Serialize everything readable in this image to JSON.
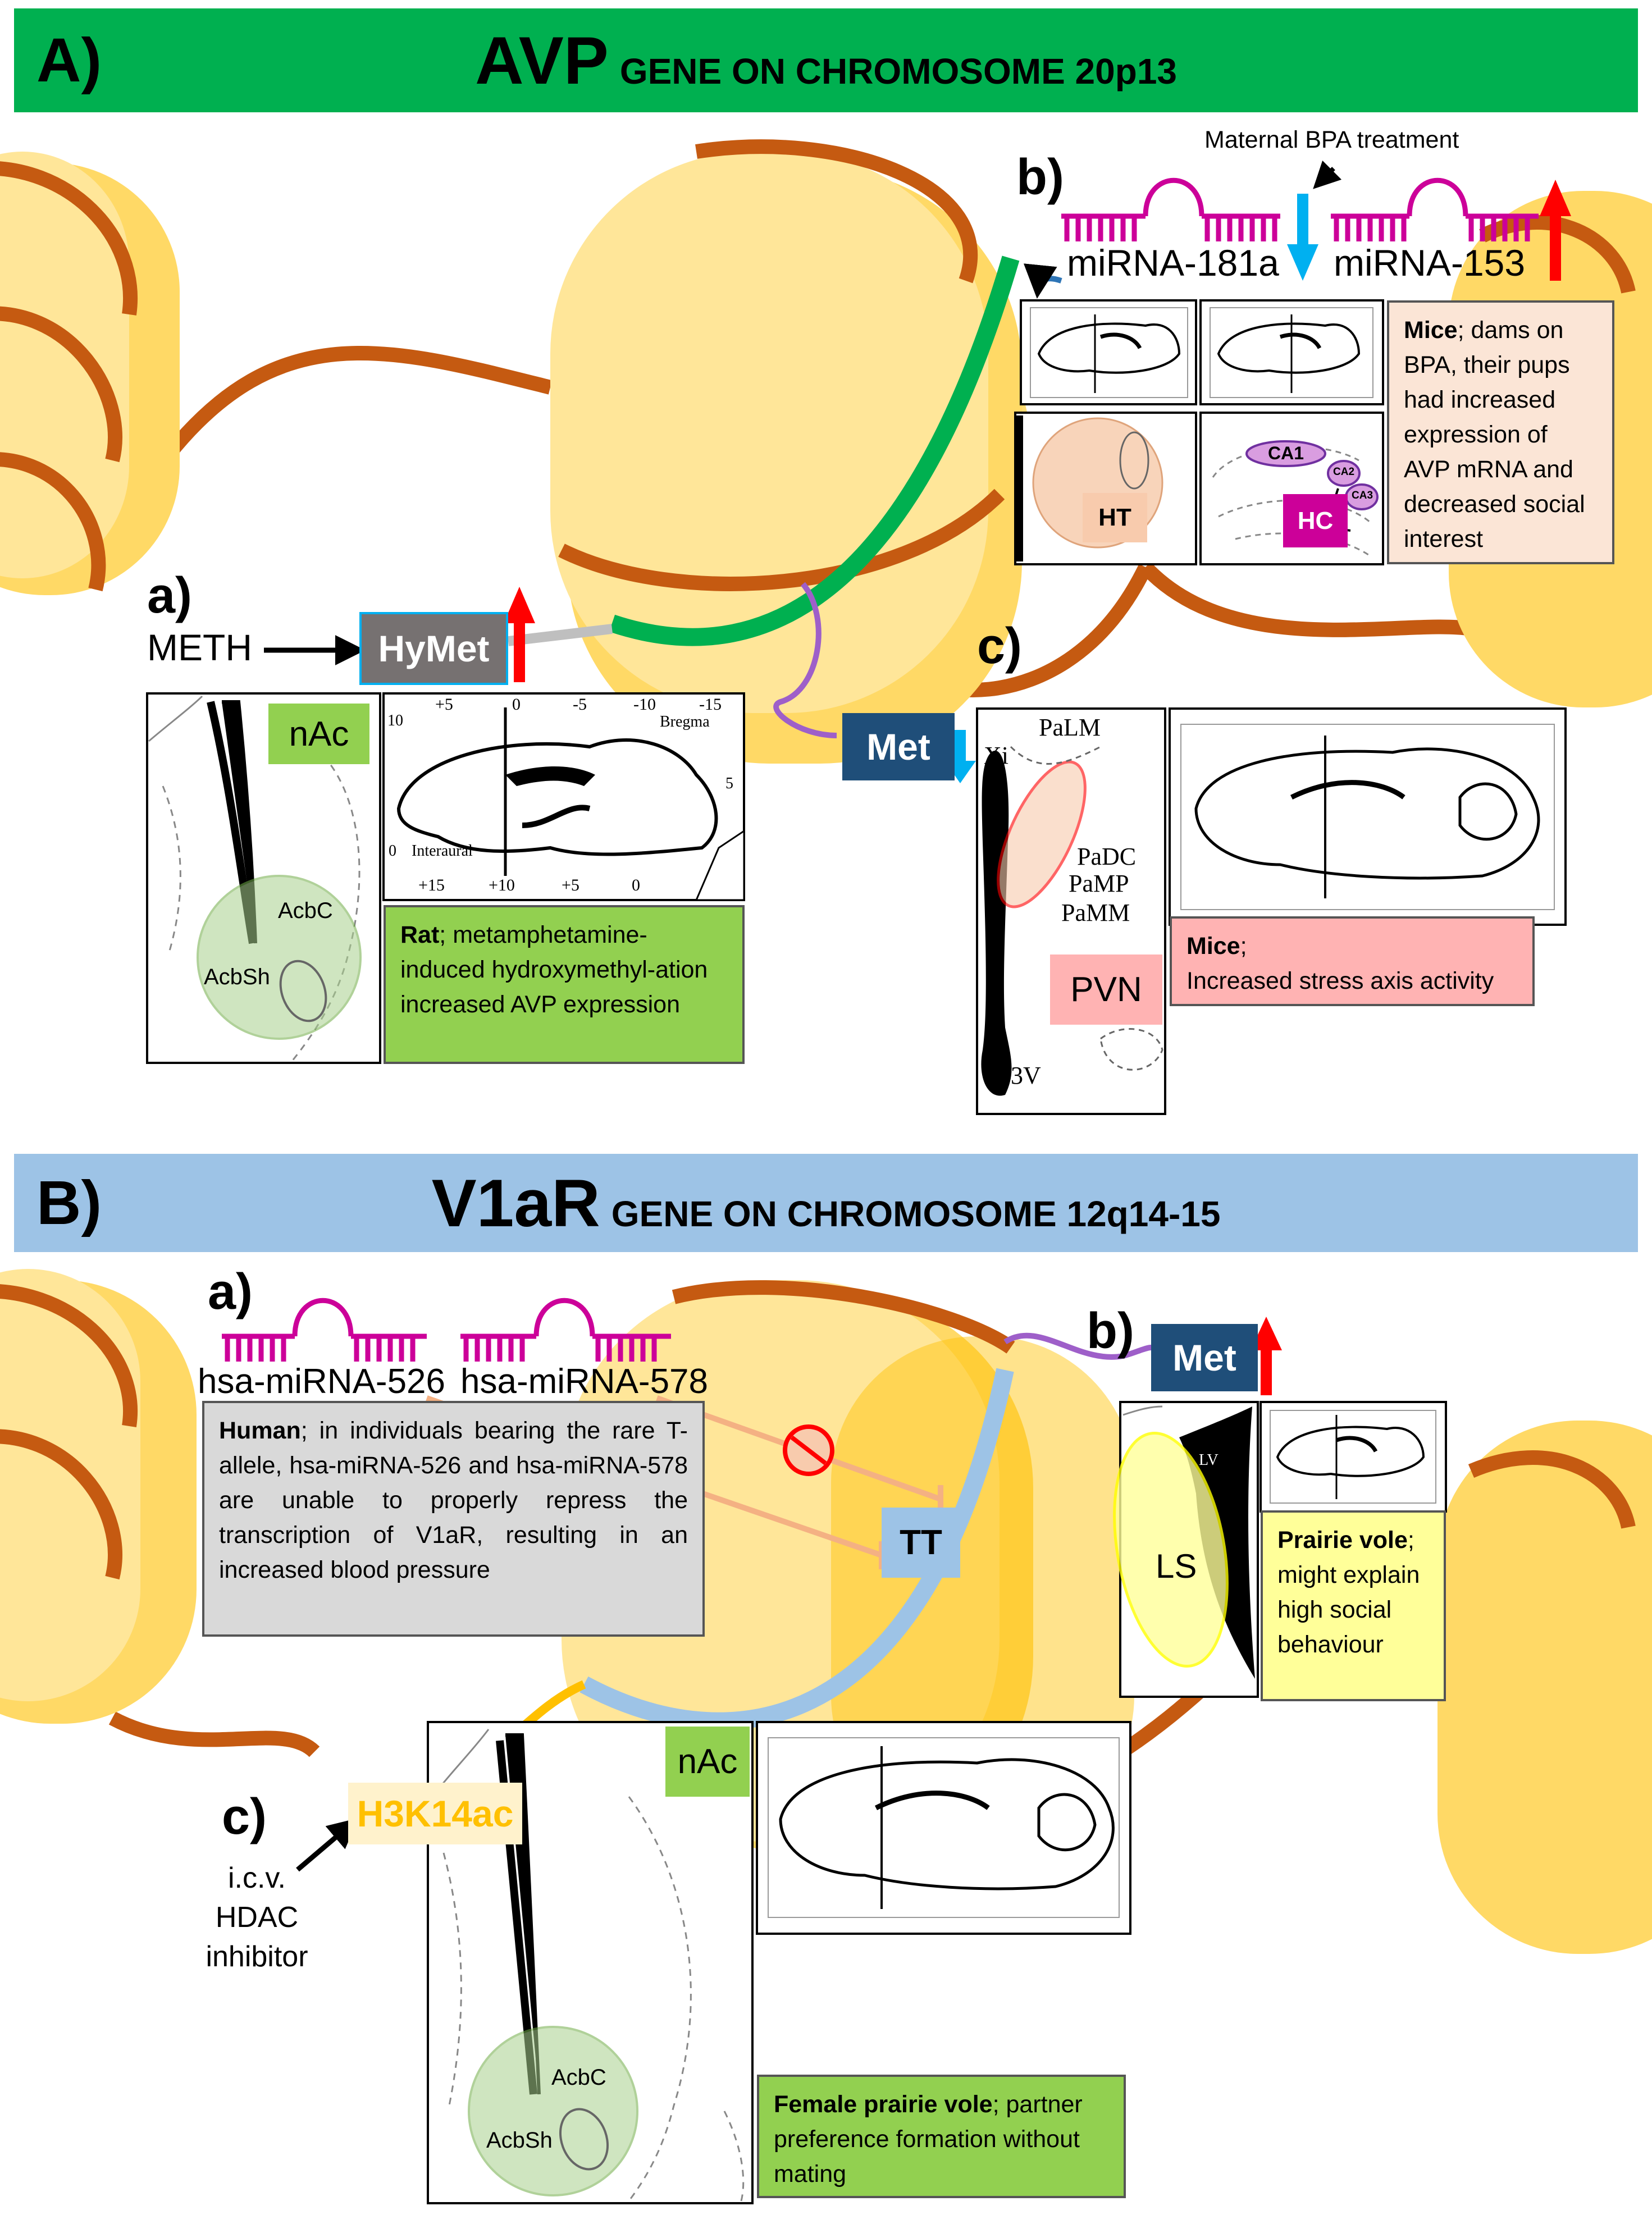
{
  "sectionA": {
    "label": "A)",
    "gene": "AVP",
    "subtitle": "GENE ON CHROMOSOME 20p13",
    "color": "#00b050",
    "a": {
      "step": "a)",
      "inducer": "METH",
      "mark": "HyMet",
      "mark_color": "#767171",
      "region": "nAc",
      "atlas_labels": [
        "AcbC",
        "AcbSh"
      ],
      "sagittal_labels": [
        "+5",
        "0",
        "-5",
        "-10",
        "-15",
        "Bregma",
        "10",
        "5",
        "0",
        "Interaural",
        "+15",
        "+10",
        "+5",
        "0"
      ],
      "note_species": "Rat",
      "note_text": "; metamphetamine-induced hydroxymethyl-ation increased AVP expression"
    },
    "b": {
      "step": "b)",
      "treatment": "Maternal BPA treatment",
      "mirna1": "miRNA-181a",
      "mirna2": "miRNA-153",
      "regions": [
        "HT",
        "HC",
        "CA1",
        "CA2",
        "CA3"
      ],
      "note_species": "Mice",
      "note_text": "; dams on BPA, their pups had increased expression of AVP mRNA and decreased social interest"
    },
    "c": {
      "step": "c)",
      "mark": "Met",
      "mark_color": "#1f4e79",
      "region": "PVN",
      "atlas_labels": [
        "PaLM",
        "Xi",
        "PaDC",
        "PaMP",
        "PaMM",
        "3V"
      ],
      "note_species": "Mice",
      "note_text": "Increased stress axis activity"
    }
  },
  "sectionB": {
    "label": "B)",
    "gene": "V1aR",
    "subtitle": "GENE ON CHROMOSOME 12q14-15",
    "color": "#9dc3e6",
    "a": {
      "step": "a)",
      "mirna1": "hsa-miRNA-526",
      "mirna2": "hsa-miRNA-578",
      "genotype": "TT",
      "note_species": "Human",
      "note_text": "; in individuals bearing the rare T-allele, hsa-miRNA-526 and hsa-miRNA-578 are unable to properly repress the transcription of V1aR, resulting in an increased blood pressure"
    },
    "b": {
      "step": "b)",
      "mark": "Met",
      "region": "LS",
      "atlas_label": "LV",
      "note_species": "Prairie vole",
      "note_text": "; might explain high social behaviour"
    },
    "c": {
      "step": "c)",
      "mark": "H3K14ac",
      "mark_color": "#ffc000",
      "inducer": "i.c.v. HDAC inhibitor",
      "region": "nAc",
      "atlas_labels": [
        "AcbC",
        "AcbSh"
      ],
      "note_species": "Female prairie vole",
      "note_text": "; partner preference formation without mating"
    }
  }
}
